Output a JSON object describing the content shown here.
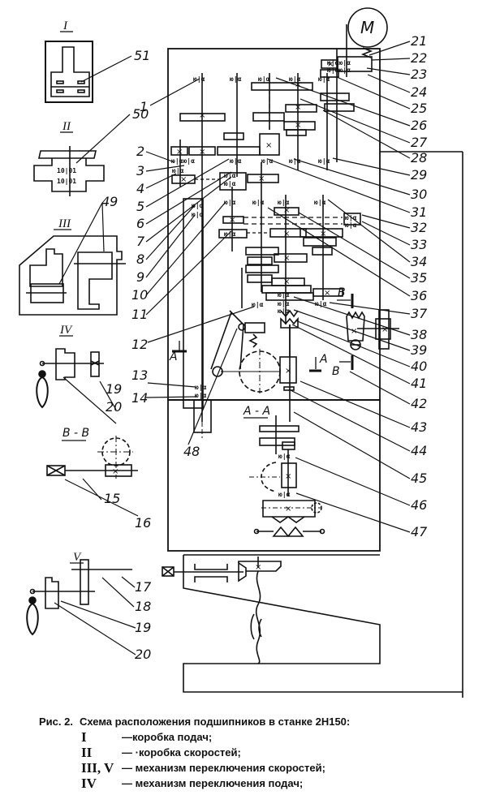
{
  "figure": {
    "motor_label": "M",
    "section_titles": {
      "I": "I",
      "II": "II",
      "III": "III",
      "IV": "IV",
      "V": "V",
      "BB": "B - B",
      "AA": "A - A"
    },
    "arrows": {
      "A_left": "A",
      "A_right": "A",
      "B_top": "B",
      "B_bottom": "B"
    },
    "labels": {
      "n1": "1",
      "n2": "2",
      "n3": "3",
      "n4": "4",
      "n5": "5",
      "n6": "6",
      "n7": "7",
      "n8": "8",
      "n9": "9",
      "n10": "10",
      "n11": "11",
      "n12": "12",
      "n13": "13",
      "n14": "14",
      "n15": "15",
      "n16": "16",
      "n17": "17",
      "n18": "18",
      "n19a": "19",
      "n20a": "20",
      "n19b": "19",
      "n20b": "20",
      "n21": "21",
      "n22": "22",
      "n23": "23",
      "n24": "24",
      "n25": "25",
      "n26": "26",
      "n27": "27",
      "n28": "28",
      "n29": "29",
      "n30": "30",
      "n31": "31",
      "n32": "32",
      "n33": "33",
      "n34": "34",
      "n35": "35",
      "n36": "36",
      "n37": "37",
      "n38": "38",
      "n39": "39",
      "n40": "40",
      "n41": "41",
      "n42": "42",
      "n43": "43",
      "n44": "44",
      "n45": "45",
      "n46": "46",
      "n47": "47",
      "n48": "48",
      "n49": "49",
      "n50": "50",
      "n51": "51"
    }
  },
  "caption": {
    "figure_number": "Рис. 2.",
    "title": "Схема расположения подшипников в станке 2Н150:",
    "legend": [
      {
        "key": "I",
        "desc": "—коробка  подач;"
      },
      {
        "key": "II",
        "desc": "— ·коробка скоростей;"
      },
      {
        "key": "III, V",
        "desc": "— механизм переключения скоростей;"
      },
      {
        "key": "IV",
        "desc": "— механизм переключения подач;"
      }
    ]
  }
}
